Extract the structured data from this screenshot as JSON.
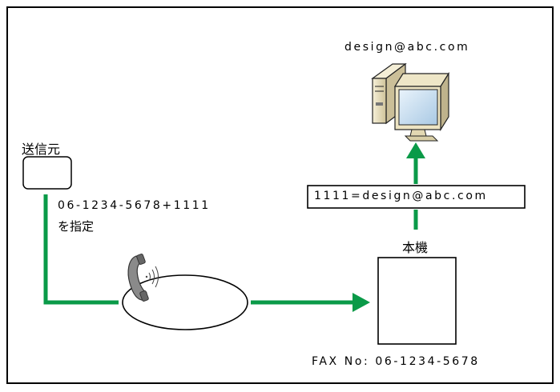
{
  "sender": {
    "label": "送信元",
    "dial_line1": "06-1234-5678+1111",
    "dial_line2": "を指定"
  },
  "destination": {
    "email": "design@abc.com",
    "routing_rule": "1111=design@abc.com"
  },
  "machine": {
    "label": "本機",
    "fax_number": "FAX No: 06-1234-5678"
  },
  "colors": {
    "arrow": "#0a9a48",
    "border": "#000000",
    "computer": "#f0e8c8"
  }
}
